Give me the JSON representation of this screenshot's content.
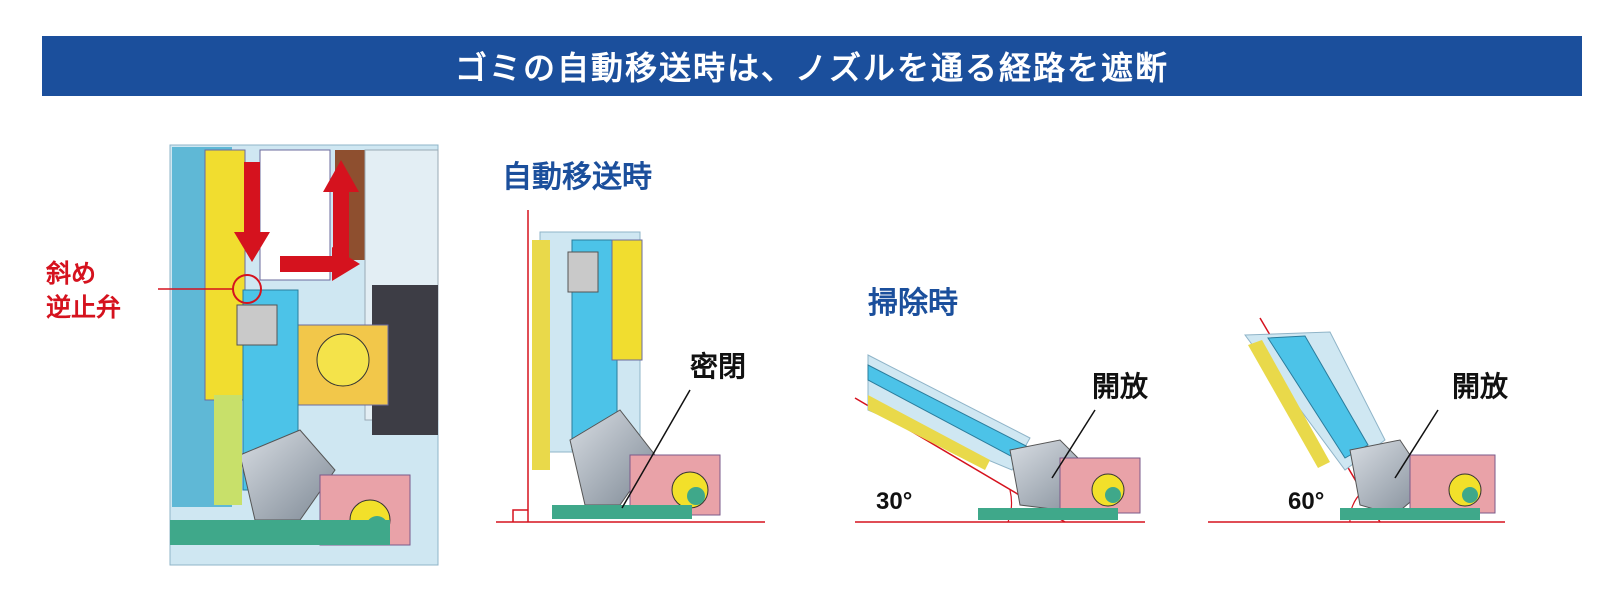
{
  "banner": {
    "title": "ゴミの自動移送時は、ノズルを通る経路を遮断"
  },
  "left_panel": {
    "valve_label_line1": "斜め",
    "valve_label_line2": "逆止弁"
  },
  "sections": {
    "auto_transfer": {
      "title": "自動移送時",
      "state": "密閉"
    },
    "cleaning": {
      "title": "掃除時"
    },
    "angle30": {
      "state": "開放",
      "angle": "30°"
    },
    "angle60": {
      "state": "開放",
      "angle": "60°"
    }
  },
  "colors": {
    "banner": "#1b4f9c",
    "accent_red": "#d5121e",
    "duct_cyan": "#4cc3e8",
    "part_yellow": "#f2e02a",
    "part_pink": "#e9a2a8",
    "part_gray": "#9aa4b0",
    "base_green": "#3fa88a"
  },
  "icons": [
    "down-arrow-icon",
    "up-arrow-icon",
    "right-arrow-icon"
  ]
}
